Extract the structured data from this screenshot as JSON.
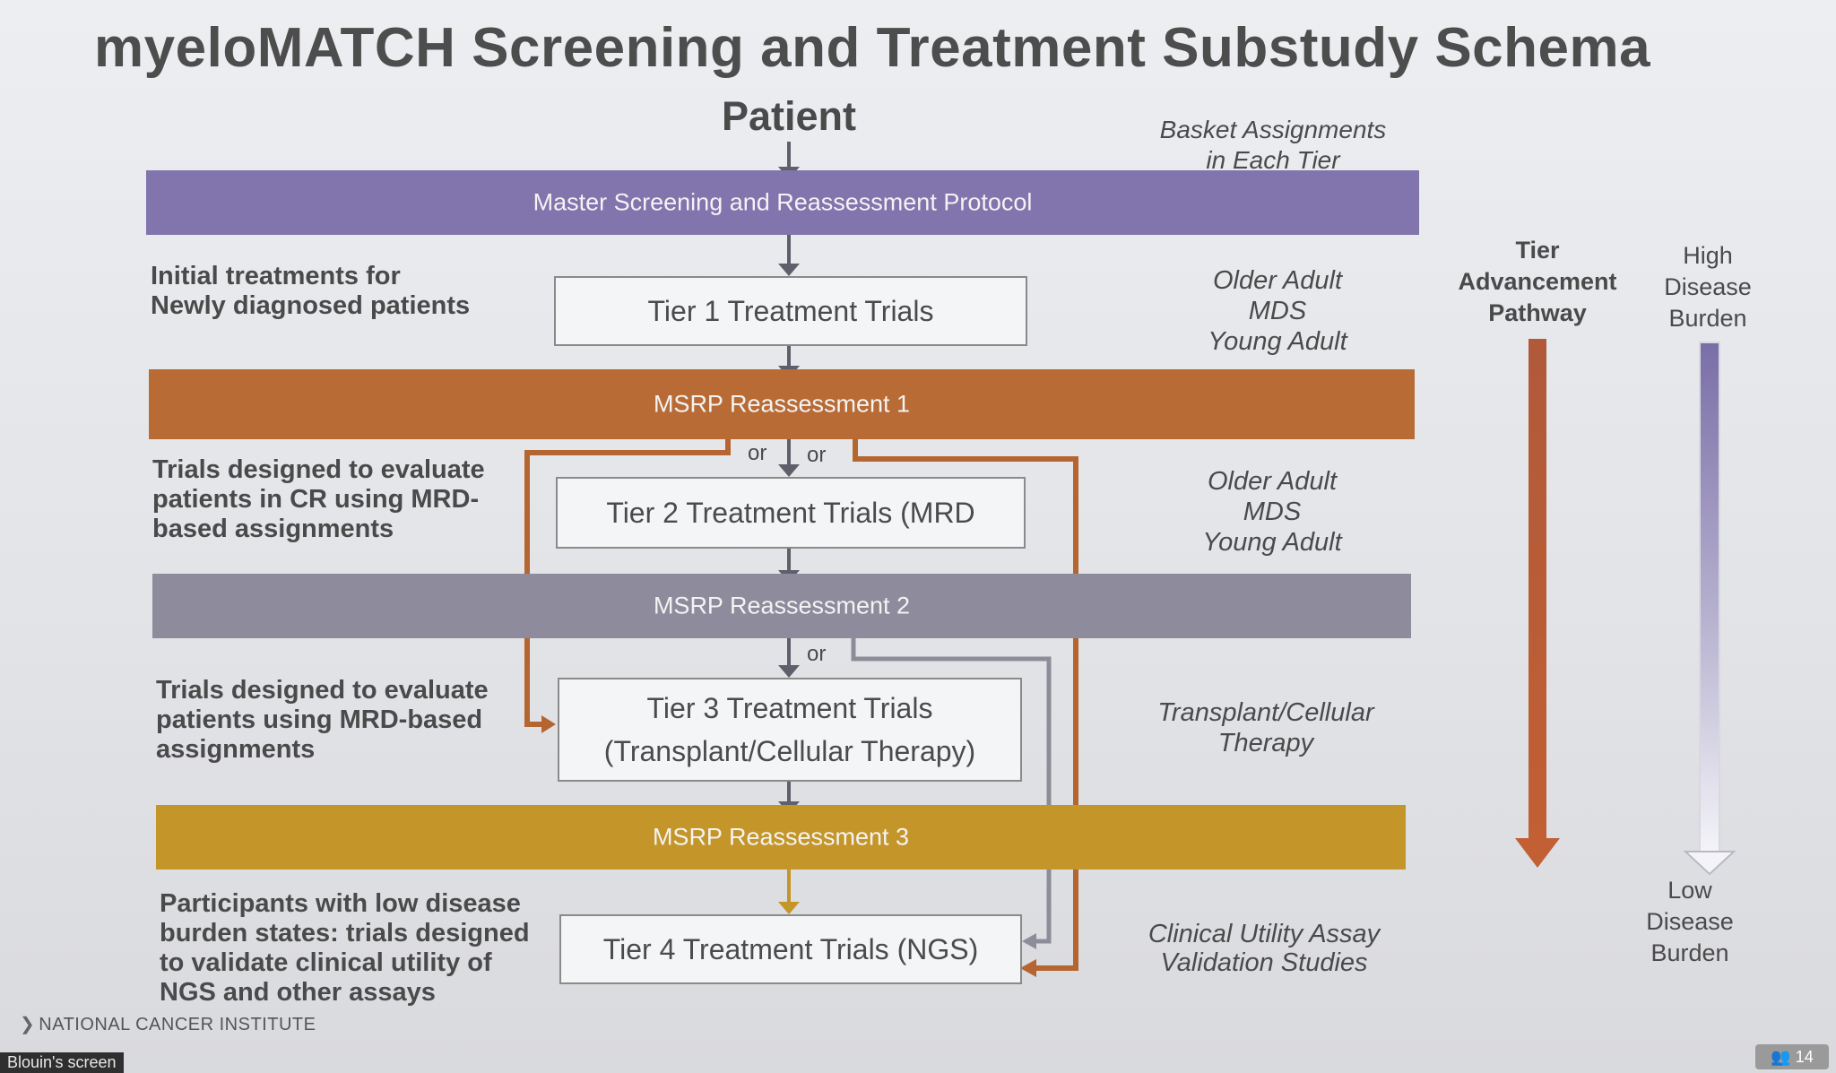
{
  "slide": {
    "title": "myeloMATCH Screening and Treatment Substudy Schema",
    "patient": "Patient",
    "basket_heading_line1": "Basket Assignments",
    "basket_heading_line2": "in Each Tier"
  },
  "bands": {
    "master": "Master Screening and Reassessment Protocol",
    "r1": "MSRP Reassessment 1",
    "r2": "MSRP Reassessment 2",
    "r3": "MSRP Reassessment 3"
  },
  "tiers": {
    "t1": "Tier 1 Treatment Trials",
    "t2": "Tier 2 Treatment Trials (MRD",
    "t3_line1": "Tier 3 Treatment Trials",
    "t3_line2": "(Transplant/Cellular Therapy)",
    "t4": "Tier 4 Treatment Trials (NGS)"
  },
  "left_descriptions": {
    "d1_line1": "Initial treatments for",
    "d1_line2": "Newly diagnosed patients",
    "d2_line1": "Trials designed to evaluate",
    "d2_line2": "patients in CR using MRD-",
    "d2_line3": "based assignments",
    "d3_line1": "Trials designed to evaluate",
    "d3_line2": "patients using MRD-based",
    "d3_line3": "assignments",
    "d4_line1": "Participants with low disease",
    "d4_line2": "burden states: trials designed",
    "d4_line3": "to validate clinical utility of",
    "d4_line4": "NGS and other assays"
  },
  "right_descriptions": {
    "b1_line1": "Older Adult",
    "b1_line2": "MDS",
    "b1_line3": "Young Adult",
    "b2_line1": "Older Adult",
    "b2_line2": "MDS",
    "b2_line3": "Young Adult",
    "b3_line1": "Transplant/Cellular",
    "b3_line2": "Therapy",
    "b4_line1": "Clinical Utility Assay",
    "b4_line2": "Validation Studies"
  },
  "pathway": {
    "tier_line1": "Tier",
    "tier_line2": "Advancement",
    "tier_line3": "Pathway",
    "high_line1": "High",
    "high_line2": "Disease",
    "high_line3": "Burden",
    "low_line1": "Low",
    "low_line2": "Disease",
    "low_line3": "Burden"
  },
  "or_labels": {
    "or1": "or",
    "or2": "or",
    "or3": "or"
  },
  "footer": {
    "nci": "NATIONAL CANCER INSTITUTE",
    "screen": "Blouin's screen",
    "people": "14"
  },
  "colors": {
    "purple": "#8274ad",
    "orange": "#b96b36",
    "gray_band": "#8e8c9c",
    "gold": "#c4962a",
    "arrow_orange": "#b5652f",
    "arrow_gray": "#8d8d99"
  }
}
